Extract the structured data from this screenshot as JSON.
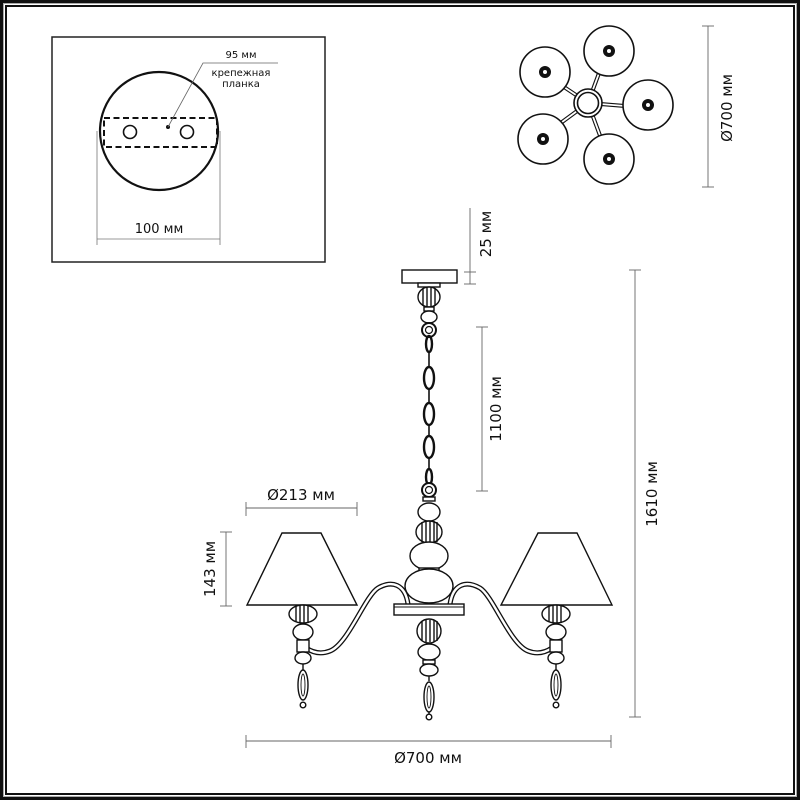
{
  "mount_plate_panel": {
    "bracket_size_label": "95 мм",
    "bracket_name_line1": "крепежная",
    "bracket_name_line2": "планка",
    "base_diameter_label": "100 мм"
  },
  "top_view": {
    "diameter_label": "Ø700 мм",
    "arm_count": 5
  },
  "side_view": {
    "canopy_height_label": "25 мм",
    "chain_length_label": "1100 мм",
    "total_height_label": "1610 мм",
    "shade_diameter_label": "Ø213 мм",
    "shade_height_label": "143 мм",
    "overall_width_label": "Ø700 мм"
  },
  "colors": {
    "line": "#111111",
    "dimension_line": "#555555",
    "background": "#ffffff"
  }
}
